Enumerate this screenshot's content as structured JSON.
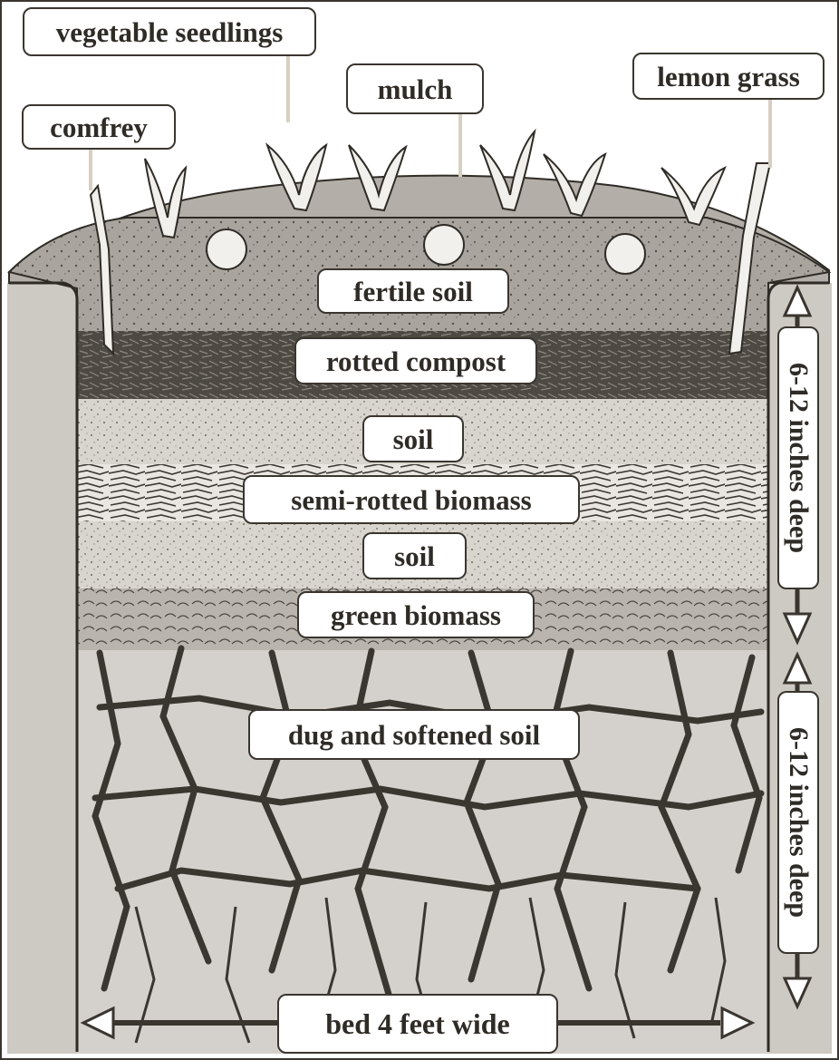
{
  "labels": {
    "vegetable_seedlings": "vegetable seedlings",
    "mulch": "mulch",
    "lemon_grass": "lemon grass",
    "comfrey": "comfrey",
    "fertile_soil": "fertile soil",
    "rotted_compost": "rotted compost",
    "soil_upper": "soil",
    "semi_rotted_biomass": "semi-rotted biomass",
    "soil_lower": "soil",
    "green_biomass": "green biomass",
    "dug_softened_soil": "dug and softened soil"
  },
  "dimensions": {
    "upper_depth": "6-12 inches deep",
    "lower_depth": "6-12 inches deep",
    "bed_width": "bed 4 feet wide"
  },
  "colors": {
    "background_soil": "#d4d0cb",
    "fertile_soil": "#a8a39c",
    "compost": "#4e4a44",
    "plain_soil": "#d8d4ce",
    "root_lines": "#3a3630",
    "label_border": "#3a362f"
  }
}
